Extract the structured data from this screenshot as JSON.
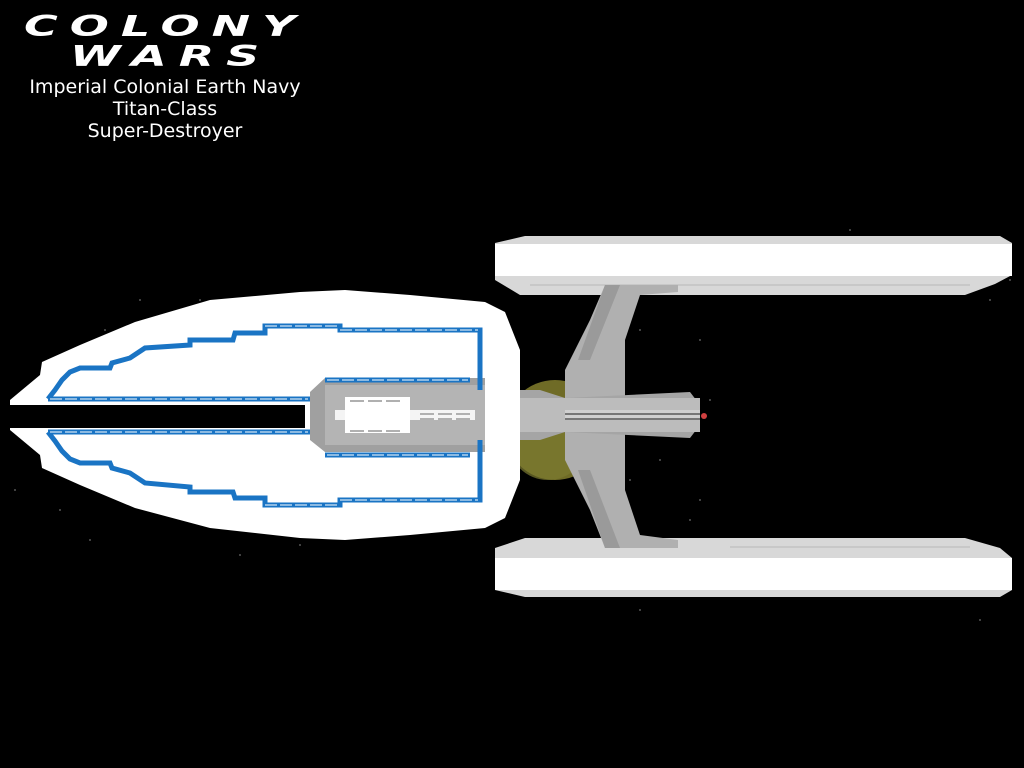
{
  "logo": {
    "line1": "COLONY",
    "line2": "WARS"
  },
  "caption": {
    "faction": "Imperial Colonial Earth Navy",
    "ship_class": "Titan-Class",
    "ship_type": "Super-Destroyer"
  },
  "colors": {
    "background": "#000000",
    "hull_white": "#ffffff",
    "trim_blue": "#1a74c4",
    "hull_gray": "#b4b4b4",
    "hull_dark_gray": "#969696",
    "planet": "#7a7a2a",
    "engine_glow": "#d04040"
  }
}
